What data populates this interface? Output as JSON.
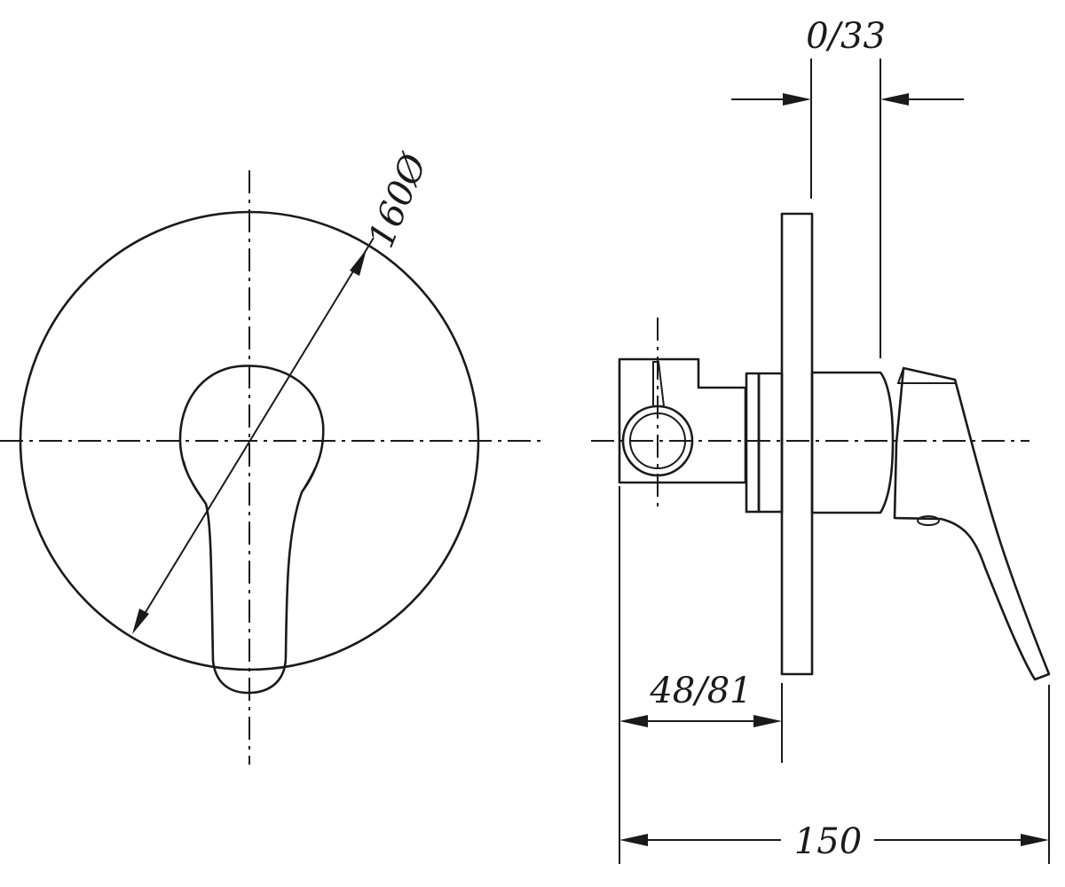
{
  "drawing": {
    "dimensions": {
      "diameter_label": "160Ø",
      "offset_label": "0/33",
      "depth_label": "48/81",
      "total_label": "150"
    }
  }
}
